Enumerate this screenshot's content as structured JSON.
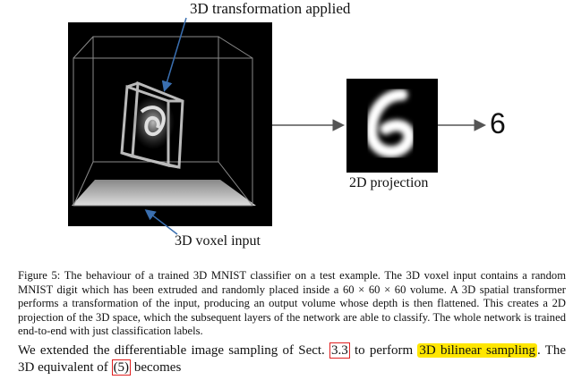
{
  "figure": {
    "label_top": "3D transformation applied",
    "label_bottom": "3D voxel input",
    "label_projection": "2D projection",
    "output_digit": "6"
  },
  "caption": {
    "prefix": "Figure 5:",
    "text": "The behaviour of a trained 3D MNIST classifier on a test example. The 3D voxel input contains a random MNIST digit which has been extruded and randomly placed inside a 60 × 60 × 60 volume. A 3D spatial transformer performs a transformation of the input, producing an output volume whose depth is then flattened. This creates a 2D projection of the 3D space, which the subsequent layers of the network are able to classify. The whole network is trained end-to-end with just classification labels."
  },
  "body": {
    "part1": "We extended the differentiable image sampling of Sect.",
    "ref_section": "3.3",
    "part2": "to perform",
    "highlight": "3D bilinear sampling",
    "part3": ". The 3D equivalent of",
    "ref_eq": "(5)",
    "part4": "becomes"
  },
  "colors": {
    "reference_box": "#e02020",
    "highlight": "#ffe600",
    "arrow_blue": "#3a6fb0"
  }
}
